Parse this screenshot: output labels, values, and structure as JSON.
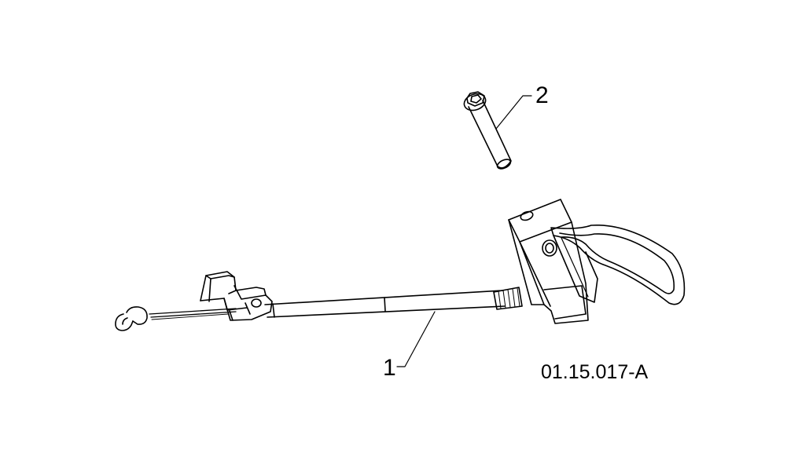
{
  "diagram": {
    "figure_code": "01.15.017-A",
    "callouts": [
      {
        "number": "1",
        "part": "control-cable-with-lever"
      },
      {
        "number": "2",
        "part": "pin"
      }
    ]
  },
  "colors": {
    "line": "#000000",
    "background": "#ffffff"
  }
}
